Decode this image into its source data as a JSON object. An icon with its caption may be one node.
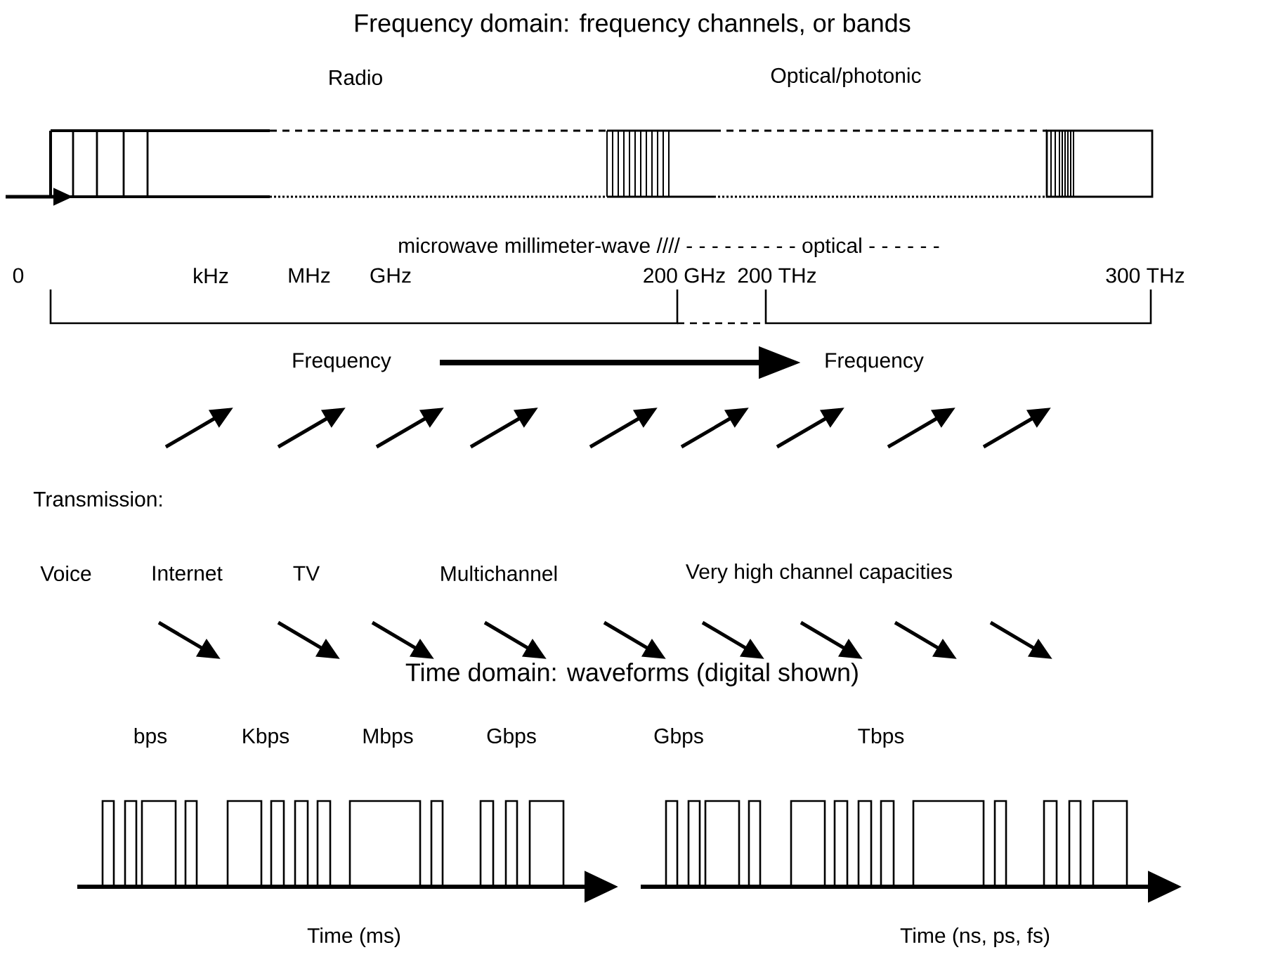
{
  "diagram": {
    "title": "Frequency domain: frequency channels, or bands",
    "labels": [
      "Radio",
      "Optical/photonic",
      "microwave millimeter-wave //// - - - - - - - - - optical - - - - - -",
      "0",
      "kHz",
      "MHz",
      "GHz",
      "200 GHz",
      "200 THz",
      "300 THz",
      "Frequency",
      "Frequency",
      "Transmission:",
      "Voice",
      "Internet",
      "TV",
      "Multichannel",
      "Very high channel capacities",
      "Time domain: waveforms (digital shown)",
      "bps",
      "Kbps",
      "Mbps",
      "Gbps",
      "Gbps",
      "Tbps",
      "Time (ms)",
      "Time (ns, ps, fs)"
    ]
  }
}
